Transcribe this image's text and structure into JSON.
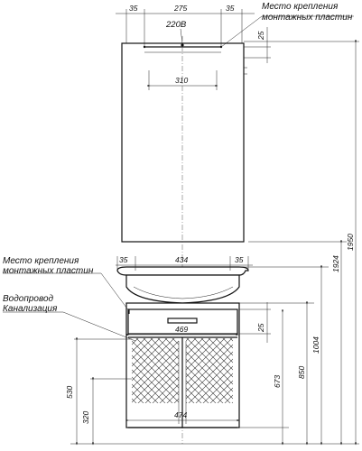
{
  "labels": {
    "mount_top": [
      "Место крепления",
      "монтажных пластин"
    ],
    "mount_mid": [
      "Место крепления",
      "монтажных пластин"
    ],
    "plumbing": [
      "Водопровод",
      "Канализация"
    ],
    "power": "220В"
  },
  "dims": {
    "top_left": "35",
    "top_mid": "275",
    "top_right": "35",
    "mirror_offset": "25",
    "mirror_inner": "310",
    "cab_left": "35",
    "cab_mid": "434",
    "cab_right": "35",
    "drawer_width": "469",
    "drawer_offset": "25",
    "front_width": "474",
    "h_530": "530",
    "h_320": "320",
    "h_673": "673",
    "h_850": "850",
    "h_1004": "1004",
    "h_1924": "1924",
    "h_1950": "1950"
  }
}
